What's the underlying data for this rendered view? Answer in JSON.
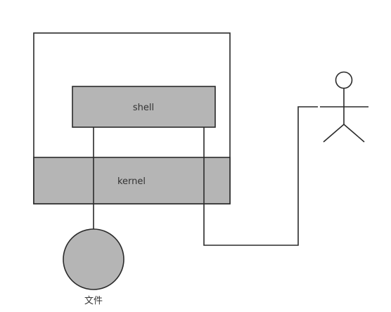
{
  "diagram": {
    "shell_label": "shell",
    "kernel_label": "kernel",
    "file_label": "文件",
    "user_icon": "stick-figure-user-icon",
    "file_shape": "circle",
    "colors": {
      "fill": "#b5b5b5",
      "stroke": "#2a2a2a",
      "text": "#333333",
      "background": "#ffffff"
    }
  }
}
